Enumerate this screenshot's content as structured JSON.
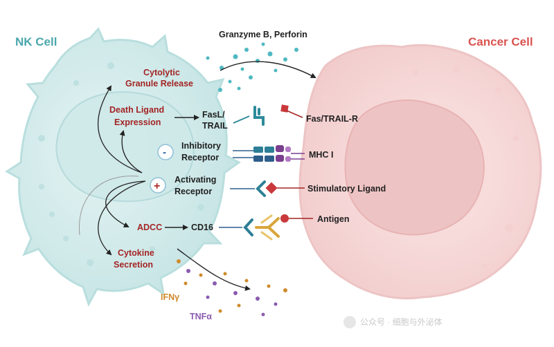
{
  "labels": {
    "nk_cell": "NK Cell",
    "cancer_cell": "Cancer Cell",
    "granzyme": "Granzyme B, Perforin",
    "cytolytic_1": "Cytolytic",
    "cytolytic_2": "Granule Release",
    "death_ligand_1": "Death Ligand",
    "death_ligand_2": "Expression",
    "fasl_1": "FasL/",
    "fasl_2": "TRAIL",
    "fas_receptor": "Fas/TRAIL-R",
    "inhibitory_1": "Inhibitory",
    "inhibitory_2": "Receptor",
    "minus_sign": "-",
    "mhc": "MHC I",
    "activating_1": "Activating",
    "activating_2": "Receptor",
    "plus_sign": "+",
    "stim_ligand": "Stimulatory Ligand",
    "adcc": "ADCC",
    "cd16": "CD16",
    "antigen": "Antigen",
    "cytokine_1": "Cytokine",
    "cytokine_2": "Secretion",
    "ifn": "IFNγ",
    "tnf": "TNFα",
    "watermark": "公众号 · 细胞与外泌体"
  },
  "colors": {
    "nk_fill": "#d7eeee",
    "nk_outline": "#b9dede",
    "cancer_fill": "#f7dada",
    "cancer_nucleus": "#eec3c3",
    "teal_accent": "#4aa7ad",
    "red_accent": "#a32424",
    "receptor_teal": "#2d8a9a",
    "receptor_purple": "#7a3f8f",
    "ligand_red": "#c9383b",
    "antibody_gold": "#d9a53a"
  }
}
